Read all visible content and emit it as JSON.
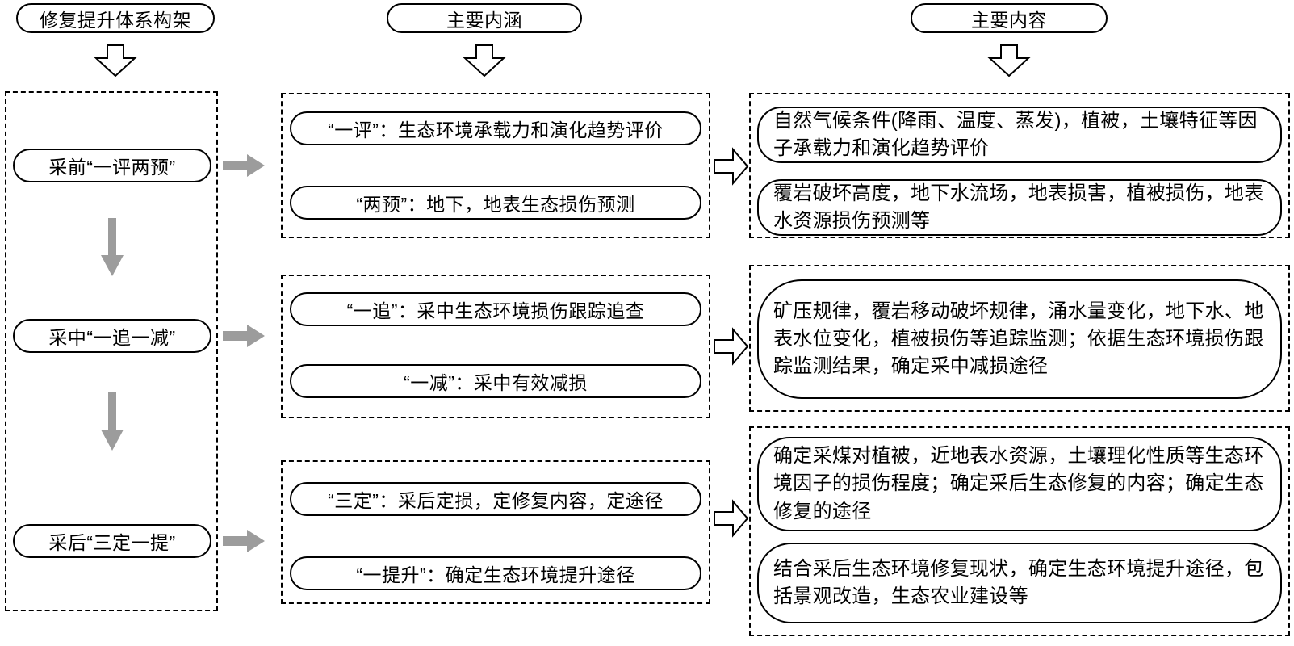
{
  "colors": {
    "line": "#000000",
    "gray_arrow": "#9c9c9c",
    "background": "#ffffff"
  },
  "headers": {
    "framework": "修复提升体系构架",
    "connotation": "主要内涵",
    "content": "主要内容"
  },
  "stages": [
    "采前“一评两预”",
    "采中“一追一减”",
    "采后“三定一提”"
  ],
  "connotation_groups": [
    {
      "items": [
        "“一评”：生态环境承载力和演化趋势评价",
        "“两预”：地下，地表生态损伤预测"
      ]
    },
    {
      "items": [
        "“一追”：采中生态环境损伤跟踪追查",
        "“一减”：采中有效减损"
      ]
    },
    {
      "items": [
        "“三定”：采后定损，定修复内容，定途径",
        "“一提升”：确定生态环境提升途径"
      ]
    }
  ],
  "content_groups": [
    {
      "items": [
        "自然气候条件(降雨、温度、蒸发)，植被，土壤特征等因子承载力和演化趋势评价",
        "覆岩破坏高度，地下水流场，地表损害，植被损伤，地表水资源损伤预测等"
      ]
    },
    {
      "items": [
        "矿压规律，覆岩移动破坏规律，涌水量变化，地下水、地表水位变化，植被损伤等追踪监测；依据生态环境损伤跟踪监测结果，确定采中减损途径"
      ]
    },
    {
      "items": [
        "确定采煤对植被，近地表水资源，土壤理化性质等生态环境因子的损伤程度；确定采后生态修复的内容；确定生态修复的途径",
        "结合采后生态环境修复现状，确定生态环境提升途径，包括景观改造，生态农业建设等"
      ]
    }
  ]
}
